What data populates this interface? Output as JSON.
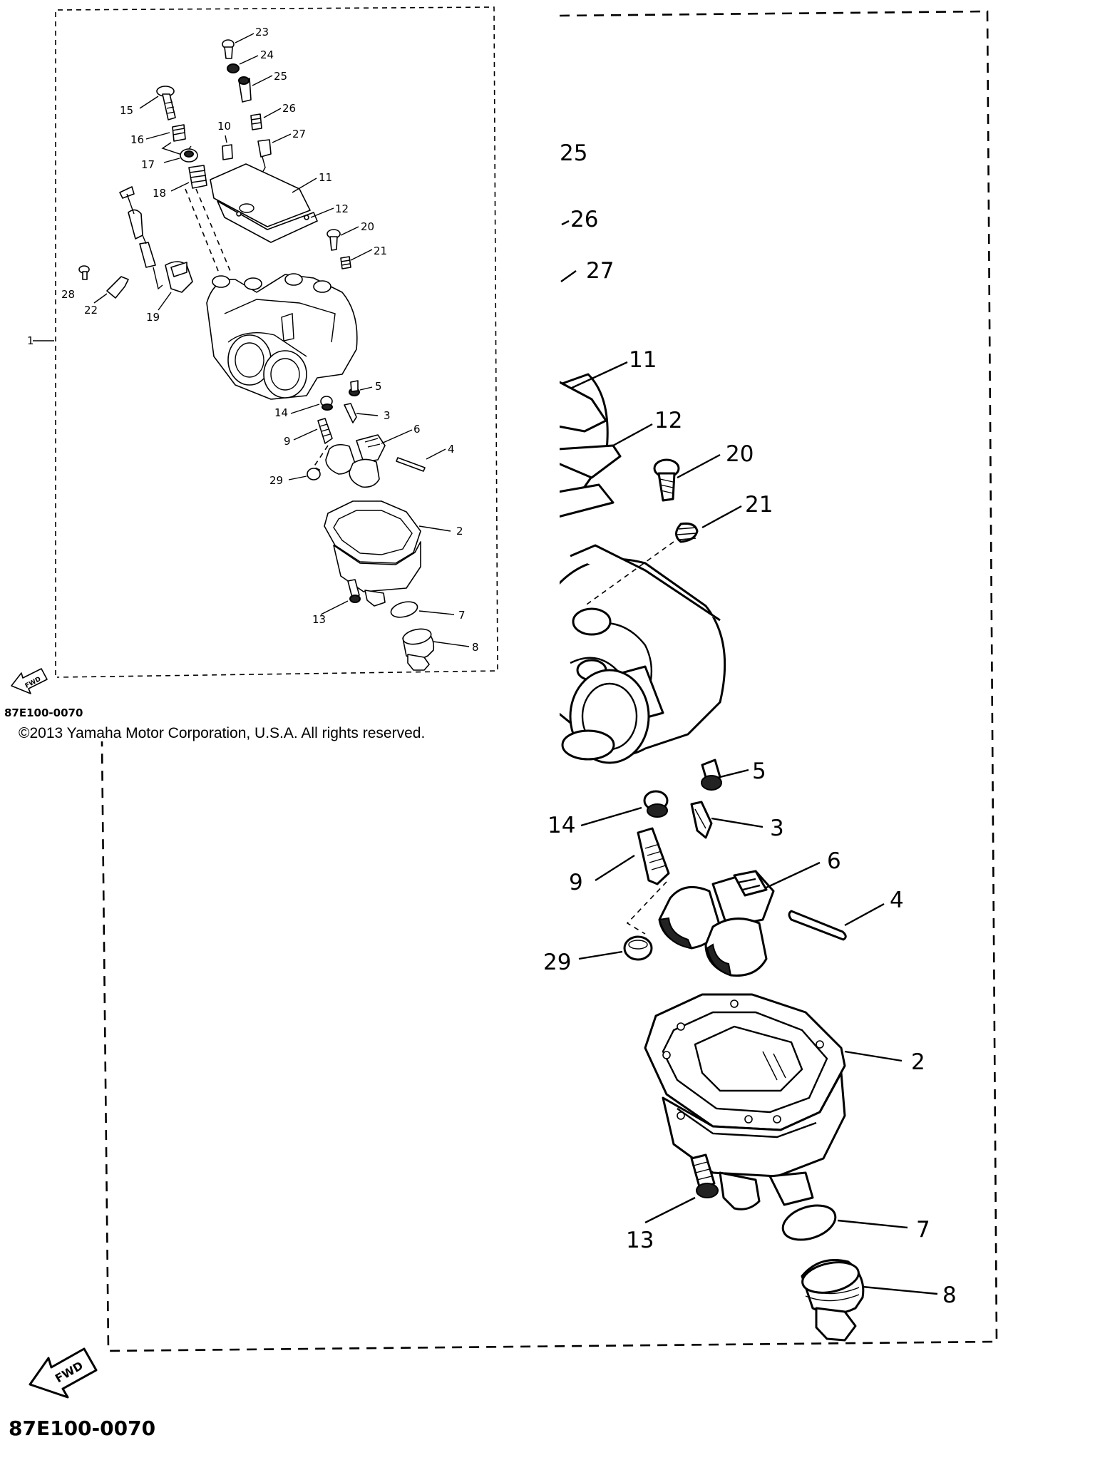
{
  "copyright": "©2013 Yamaha Motor Corporation, U.S.A. All rights reserved.",
  "diagram_code": "87E100-0070",
  "fwd_label": "FWD",
  "callouts": {
    "c1": "1",
    "c2": "2",
    "c3": "3",
    "c4": "4",
    "c5": "5",
    "c6": "6",
    "c7": "7",
    "c8": "8",
    "c9": "9",
    "c10": "10",
    "c11": "11",
    "c12": "12",
    "c13": "13",
    "c14": "14",
    "c15": "15",
    "c16": "16",
    "c17": "17",
    "c18": "18",
    "c19": "19",
    "c20": "20",
    "c21": "21",
    "c22": "22",
    "c23": "23",
    "c24": "24",
    "c25": "25",
    "c26": "26",
    "c27": "27",
    "c28": "28",
    "c29": "29"
  }
}
